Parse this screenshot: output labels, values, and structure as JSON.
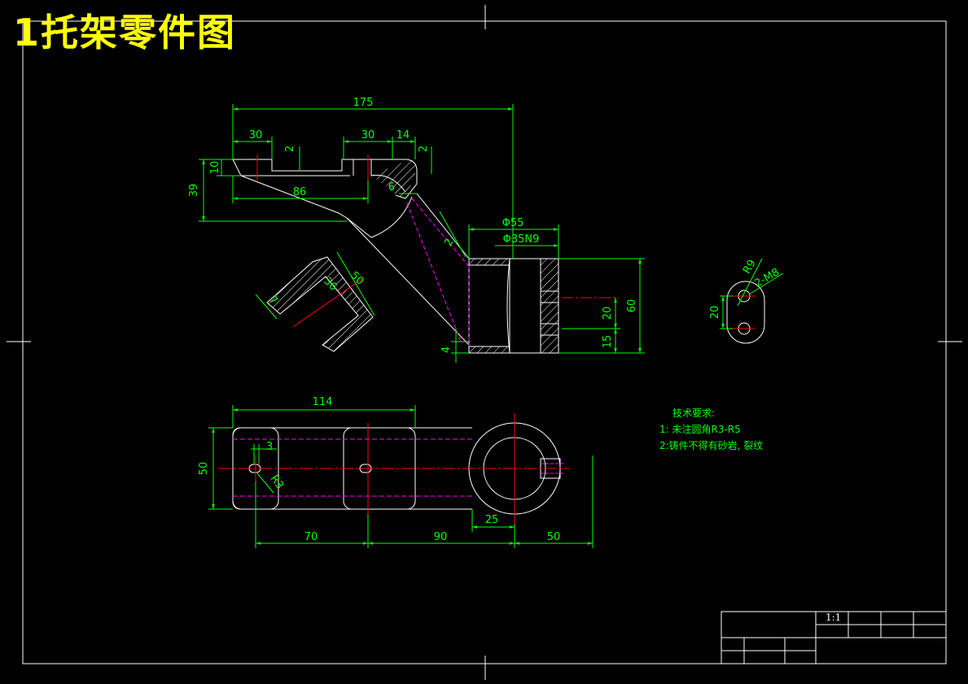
{
  "title": "1托架零件图",
  "scale": "1:1",
  "tech_requirements": {
    "heading": "技术要求:",
    "items": [
      "1: 未注圆角R3-R5",
      "2:铸件不得有砂岩, 裂纹"
    ]
  },
  "dims": {
    "d175": "175",
    "d30a": "30",
    "d30b": "30",
    "d14": "14",
    "d2a": "2",
    "d2b": "2",
    "d10": "10",
    "d39": "39",
    "d86": "86",
    "d6": "6",
    "d2c": "2",
    "dphi55": "Φ55",
    "dphi35": "Φ35N9",
    "d20": "20",
    "d60": "60",
    "d15": "15",
    "d4": "4",
    "s7": "7",
    "s36": "36",
    "s50": "50",
    "r9": "R9",
    "m8": "2-M8",
    "v20": "20",
    "d114": "114",
    "d3": "3",
    "d50v": "50",
    "r3": "R3",
    "d70": "70",
    "d90": "90",
    "d25": "25",
    "d50h": "50"
  },
  "colors": {
    "outline": "#ffffff",
    "dimension": "#00ff00",
    "center": "#ff0000",
    "hidden": "#ff00ff",
    "title": "#ffff00"
  }
}
